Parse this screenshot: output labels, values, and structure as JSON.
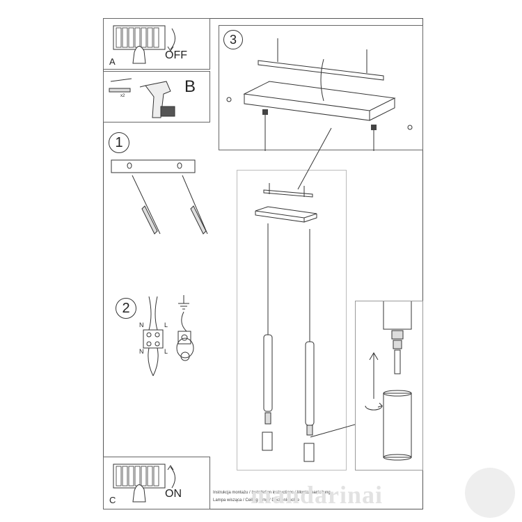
{
  "panels": {
    "a": {
      "letter": "A",
      "action": "OFF"
    },
    "b": {
      "letter": "B",
      "small_label": "x2"
    },
    "c": {
      "letter": "C",
      "action": "ON"
    }
  },
  "steps": {
    "one": "1",
    "two": "2",
    "three": "3"
  },
  "wiring": {
    "n_top": "N",
    "l_top": "L",
    "n_bottom": "N",
    "l_bottom": "L"
  },
  "footer": {
    "line1": "Instrukcja montażu / Installation instructions / Montageanleitung",
    "line2": "Lampa wisząca / Ceiling lamp / Deckenleuchte"
  },
  "watermark": {
    "text": "mandarinai"
  },
  "colors": {
    "stroke": "#333333",
    "frame": "#555555",
    "watermark": "#e2e2e2"
  }
}
